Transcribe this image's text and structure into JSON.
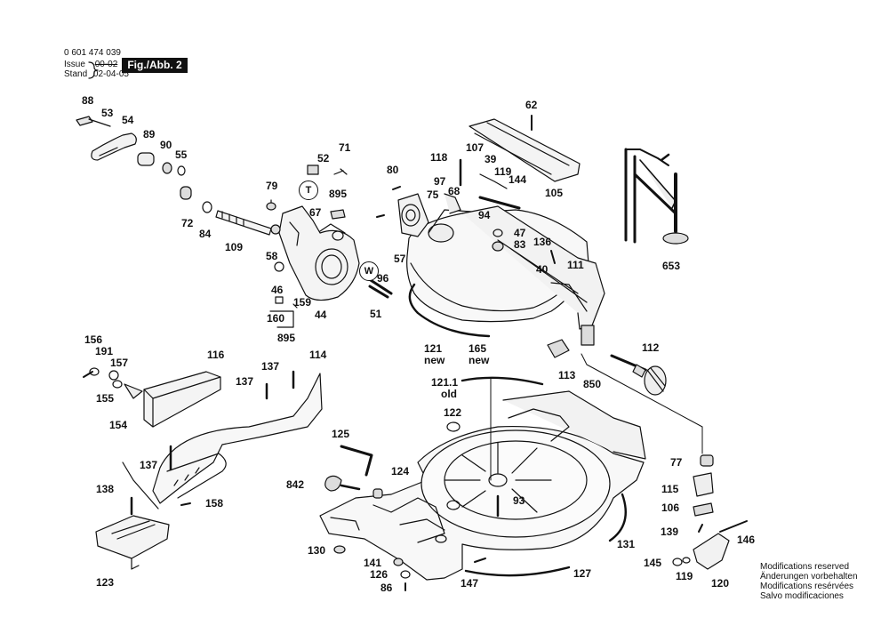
{
  "header": {
    "part_number": "0 601 474 039",
    "issue_label": "Issue",
    "issue_value": "00-02",
    "stand_label": "Stand",
    "stand_value": "02-04-05",
    "figure_label": "Fig./Abb. 2"
  },
  "symbols": {
    "t": "T",
    "w": "W"
  },
  "labels": {
    "p88": "88",
    "p53": "53",
    "p54": "54",
    "p89": "89",
    "p90": "90",
    "p55": "55",
    "p79": "79",
    "p72": "72",
    "p84": "84",
    "p109": "109",
    "p52": "52",
    "p71": "71",
    "p67": "67",
    "p895a": "895",
    "p58": "58",
    "p46": "46",
    "p159": "159",
    "p160": "160",
    "p895b": "895",
    "p96": "96",
    "p44": "44",
    "p51": "51",
    "p80": "80",
    "p75": "75",
    "p68": "68",
    "p97": "97",
    "p118": "118",
    "p107": "107",
    "p39": "39",
    "p119a": "119",
    "p144": "144",
    "p94": "94",
    "p62": "62",
    "p105": "105",
    "p57": "57",
    "p47": "47",
    "p83": "83",
    "p136": "136",
    "p40": "40",
    "p111": "111",
    "p653": "653",
    "p121": "121",
    "new1": "new",
    "p165": "165",
    "new2": "new",
    "p112": "112",
    "p113": "113",
    "p850": "850",
    "p156": "156",
    "p191": "191",
    "p157": "157",
    "p155": "155",
    "p154": "154",
    "p116": "116",
    "p137a": "137",
    "p137b": "137",
    "p114": "114",
    "p1211": "121.1",
    "old": "old",
    "p122": "122",
    "p125": "125",
    "p124": "124",
    "p842": "842",
    "p93": "93",
    "p137c": "137",
    "p138": "138",
    "p158": "158",
    "p123": "123",
    "p130": "130",
    "p141": "141",
    "p126": "126",
    "p86": "86",
    "p147": "147",
    "p127": "127",
    "p131": "131",
    "p77": "77",
    "p115": "115",
    "p106": "106",
    "p139": "139",
    "p146": "146",
    "p145": "145",
    "p119b": "119",
    "p120": "120"
  },
  "notes": [
    "Modifications reserved",
    "Änderungen vorbehalten",
    "Modifications resérvées",
    "Salvo modificaciones"
  ]
}
